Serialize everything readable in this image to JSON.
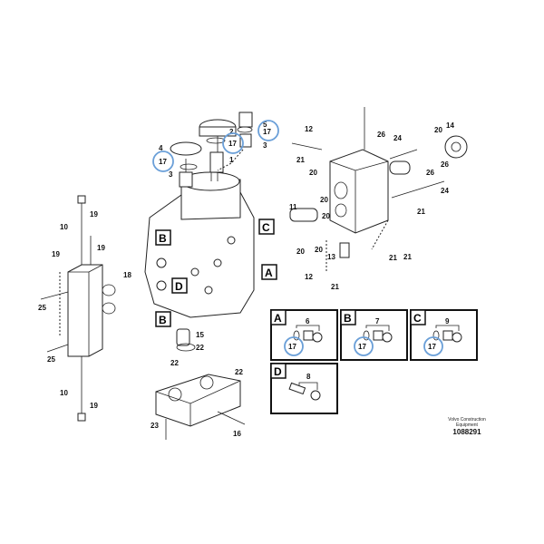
{
  "diagram": {
    "callouts": [
      "4",
      "17",
      "3",
      "2",
      "17",
      "1",
      "5",
      "17",
      "3",
      "12",
      "21",
      "26",
      "24",
      "20",
      "14",
      "26",
      "26",
      "20",
      "20",
      "11",
      "20",
      "20",
      "20",
      "24",
      "21",
      "13",
      "21",
      "21",
      "12",
      "21",
      "19",
      "10",
      "19",
      "19",
      "18",
      "25",
      "25",
      "10",
      "19",
      "15",
      "22",
      "22",
      "22",
      "23",
      "16"
    ],
    "view_tags": {
      "b_top": "B",
      "c": "C",
      "a": "A",
      "d": "D",
      "b_bottom": "B"
    },
    "detail_boxes": [
      {
        "tag": "A",
        "part": "6",
        "seal": "17"
      },
      {
        "tag": "B",
        "part": "7",
        "seal": "17"
      },
      {
        "tag": "C",
        "part": "9",
        "seal": "17"
      },
      {
        "tag": "D",
        "part": "8"
      }
    ],
    "caption": {
      "brand_line1": "Volvo Construction",
      "brand_line2": "Equipment",
      "reference": "1088291"
    },
    "highlight_color": "#6a9fd8"
  }
}
